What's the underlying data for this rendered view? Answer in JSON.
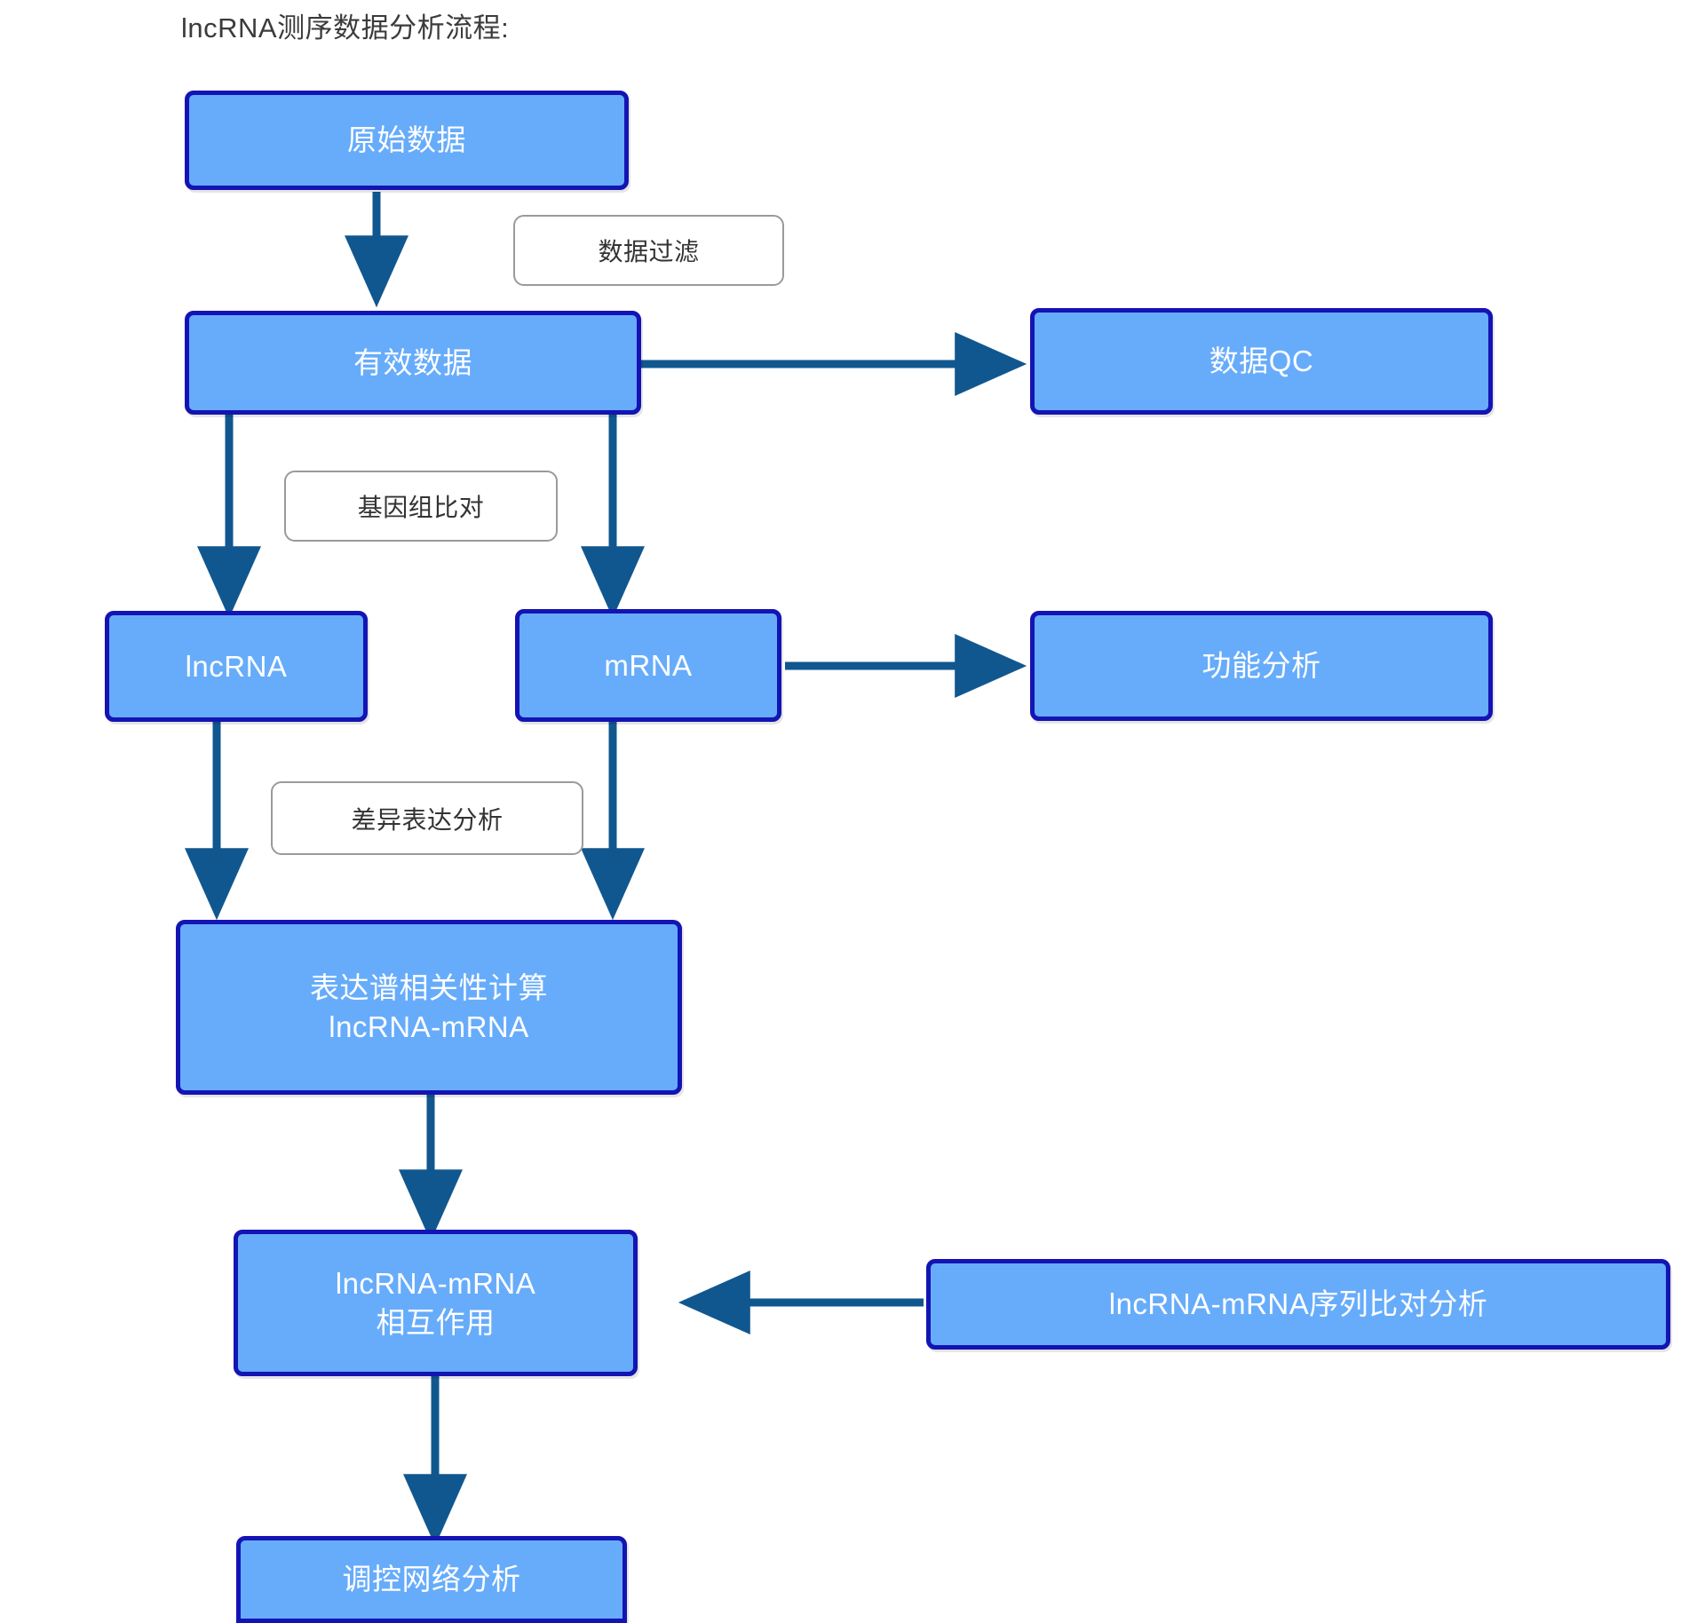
{
  "page": {
    "title": "lncRNA测序数据分析流程:",
    "background_color": "#ffffff"
  },
  "theme": {
    "node_fill": "#67acfb",
    "node_border": "#1414b4",
    "node_text": "#ffffff",
    "caption_fill": "#ffffff",
    "caption_border": "#9a9a9a",
    "caption_text": "#333333",
    "connector": "#11578f",
    "title_text": "#3b3b3b"
  },
  "nodes": {
    "raw_data": {
      "label": "原始数据"
    },
    "valid_data": {
      "label": "有效数据"
    },
    "data_qc": {
      "label": "数据QC"
    },
    "lncrna": {
      "label": "lncRNA"
    },
    "mrna": {
      "label": "mRNA"
    },
    "function_analysis": {
      "label": "功能分析"
    },
    "correlation": {
      "line1": "表达谱相关性计算",
      "line2": "lncRNA-mRNA"
    },
    "interaction": {
      "line1": "lncRNA-mRNA",
      "line2": "相互作用"
    },
    "seq_alignment": {
      "label": "lncRNA-mRNA序列比对分析"
    },
    "network_analysis": {
      "label": "调控网络分析"
    }
  },
  "captions": {
    "data_filter": {
      "label": "数据过滤"
    },
    "genome_alignment": {
      "label": "基因组比对"
    },
    "differential_expression": {
      "label": "差异表达分析"
    }
  },
  "edges": [
    {
      "name": "raw-to-valid",
      "from": "原始数据",
      "to": "有效数据",
      "label": "数据过滤",
      "direction": "down"
    },
    {
      "name": "valid-to-qc",
      "from": "有效数据",
      "to": "数据QC",
      "label": "",
      "direction": "right"
    },
    {
      "name": "valid-to-lncrna",
      "from": "有效数据",
      "to": "lncRNA",
      "label": "基因组比对",
      "direction": "down"
    },
    {
      "name": "valid-to-mrna",
      "from": "有效数据",
      "to": "mRNA",
      "label": "基因组比对",
      "direction": "down"
    },
    {
      "name": "mrna-to-function",
      "from": "mRNA",
      "to": "功能分析",
      "label": "",
      "direction": "right"
    },
    {
      "name": "lncrna-to-correlation",
      "from": "lncRNA",
      "to": "表达谱相关性计算 lncRNA-mRNA",
      "label": "差异表达分析",
      "direction": "down"
    },
    {
      "name": "mrna-to-correlation",
      "from": "mRNA",
      "to": "表达谱相关性计算 lncRNA-mRNA",
      "label": "差异表达分析",
      "direction": "down"
    },
    {
      "name": "correlation-to-interaction",
      "from": "表达谱相关性计算 lncRNA-mRNA",
      "to": "lncRNA-mRNA 相互作用",
      "label": "",
      "direction": "down"
    },
    {
      "name": "seq-to-interaction",
      "from": "lncRNA-mRNA序列比对分析",
      "to": "lncRNA-mRNA 相互作用",
      "label": "",
      "direction": "left"
    },
    {
      "name": "interaction-to-network",
      "from": "lncRNA-mRNA 相互作用",
      "to": "调控网络分析",
      "label": "",
      "direction": "down"
    }
  ]
}
